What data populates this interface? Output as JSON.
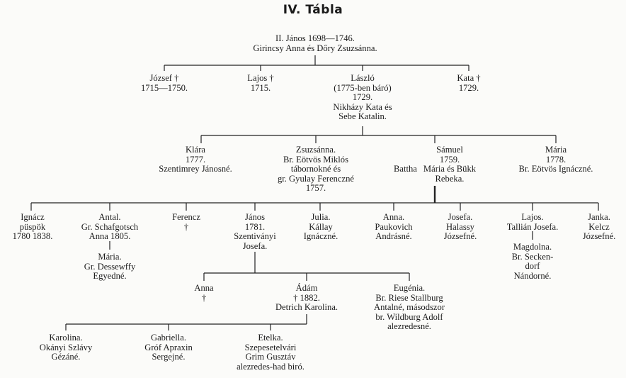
{
  "title": "IV. Tábla",
  "root": {
    "lines": [
      "II. János 1698—1746.",
      "Girincsy Anna és Dőry Zsuzsánna."
    ]
  },
  "gen1": [
    {
      "key": "jozsef",
      "lines": [
        "József †",
        "1715—1750."
      ]
    },
    {
      "key": "lajos",
      "lines": [
        "Lajos †",
        "1715."
      ]
    },
    {
      "key": "laszlo",
      "lines": [
        "László",
        "(1775-ben báró)",
        "1729.",
        "Nikházy Kata és",
        "Sebe Katalin."
      ]
    },
    {
      "key": "kata",
      "lines": [
        "Kata †",
        "1729."
      ]
    }
  ],
  "gen2": [
    {
      "key": "klara",
      "lines": [
        "Klára",
        "1777.",
        "Szentimrey Jánosné."
      ]
    },
    {
      "key": "zsuzsanna",
      "lines": [
        "Zsuzsánna.",
        "Br. Eötvös Miklós",
        "tábornokné és",
        "gr. Gyulay Ferenczné",
        "1757."
      ]
    },
    {
      "key": "samuel",
      "lines": [
        "Sámuel",
        "1759.",
        "Mária és Bükk",
        "Rebeka."
      ]
    },
    {
      "key": "maria",
      "lines": [
        "Mária",
        "1778.",
        "Br. Eötvös Ignáczné."
      ]
    }
  ],
  "samuel_prefix": "Battha",
  "gen3": [
    {
      "key": "ignacz",
      "lines": [
        "Ignácz",
        "püspök",
        "1780 1838."
      ]
    },
    {
      "key": "antal",
      "lines": [
        "Antal.",
        "Gr. Schafgotsch",
        "Anna 1805."
      ]
    },
    {
      "key": "ferencz",
      "lines": [
        "Ferencz",
        "†"
      ]
    },
    {
      "key": "janos",
      "lines": [
        "János",
        "1781.",
        "Szentiványi",
        "Josefa."
      ]
    },
    {
      "key": "julia",
      "lines": [
        "Julia.",
        "Kállay",
        "Ignáczné."
      ]
    },
    {
      "key": "anna",
      "lines": [
        "Anna.",
        "Paukovich",
        "Andrásné."
      ]
    },
    {
      "key": "josefa",
      "lines": [
        "Josefa.",
        "Halassy",
        "Józsefné."
      ]
    },
    {
      "key": "lajos2",
      "lines": [
        "Lajos.",
        "Tallián Josefa."
      ]
    },
    {
      "key": "janka",
      "lines": [
        "Janka.",
        "Kelcz",
        "Józsefné."
      ]
    }
  ],
  "antal_child": {
    "lines": [
      "Mária.",
      "Gr. Dessewffy",
      "Egyedné."
    ]
  },
  "lajos2_child": {
    "lines": [
      "Magdolna.",
      "Br. Secken-",
      "dorf",
      "Nándorné."
    ]
  },
  "gen4": [
    {
      "key": "anna2",
      "lines": [
        "Anna",
        "†"
      ]
    },
    {
      "key": "adam",
      "lines": [
        "Ádám",
        "† 1882.",
        "Detrich Karolina."
      ]
    },
    {
      "key": "eugenia",
      "lines": [
        "Eugénia.",
        "Br. Riese Stallburg",
        "Antalné, másodszor",
        "br. Wildburg Adolf",
        "alezredesné."
      ]
    }
  ],
  "gen5": [
    {
      "key": "karolina",
      "lines": [
        "Karolina.",
        "Okányi Szlávy",
        "Gézáné."
      ]
    },
    {
      "key": "gabriella",
      "lines": [
        "Gabriella.",
        "Gróf Apraxin",
        "Sergejné."
      ]
    },
    {
      "key": "etelka",
      "lines": [
        "Etelka.",
        "Szepesetelvári",
        "Grim Gusztáv",
        "alezredes-had biró."
      ]
    }
  ]
}
